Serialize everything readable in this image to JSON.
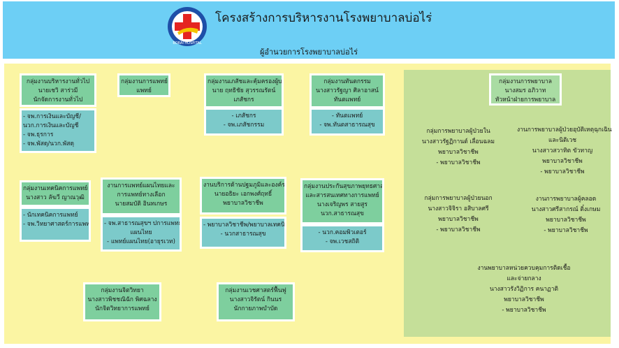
{
  "header": {
    "title": "โครงสร้างการบริหารงานโรงพยาบาลบ่อไร่",
    "subtitle": "ผู้อำนวยการโรงพยาบาลบ่อไร่",
    "logo_text": "BORAI HOSPITAL"
  },
  "colors": {
    "header_bg": "#6dcff5",
    "canvas_bg": "#fbf5a3",
    "box_green": "#7ecf9e",
    "box_teal": "#7ccaca",
    "panel_bg": "#c5df99"
  },
  "boxes": {
    "general": {
      "lines": [
        "กลุ่มงานบริหารงานทั่วไป",
        "นายเชวิ สาร่วมี",
        "นักจัดการงานทั่วไป"
      ]
    },
    "general_sub": {
      "lines": [
        "- จพ.การเงินและบัญชี/",
        "นวก.การเงินและบัญชี",
        "- จพ.ธุรการ",
        "- จพ.พัสดุ/นวก.พัสดุ"
      ]
    },
    "medical": {
      "lines": [
        "กลุ่มงานการแพทย์",
        "แพทย์"
      ]
    },
    "pharmacy": {
      "lines": [
        "กลุ่มงานเภสัชและคุ้มครองผู้บริโภค",
        "นาย ฤทธิชัย สุวรรณรัตน์",
        "เภสัชกร"
      ]
    },
    "pharmacy_sub": {
      "lines": [
        "- เภสัชกร",
        "- จพ.เภสัชกรรม"
      ]
    },
    "dental": {
      "lines": [
        "กลุ่มงานทันตกรรม",
        "นางสาวรัฐญา ศิลาอาสน์",
        "ทันตแพทย์"
      ]
    },
    "dental_sub": {
      "lines": [
        "- ทันตแพทย์",
        "- จพ.ทันตสาธารณสุข"
      ]
    },
    "medtech": {
      "lines": [
        "กลุ่มงานเทคนิคการแพทย์",
        "นางสาว ลัฆวี ญาณวุฒิ"
      ]
    },
    "medtech_sub": {
      "lines": [
        "- นักเทคนิคการแพทย์",
        "- จพ.วิทยาศาสตร์การแพทย์"
      ]
    },
    "thaimed": {
      "lines": [
        "งานการแพทย์แผนไทยและ",
        "การแพทย์ทางเลือก",
        "นายสมบัติ อินทเกษร"
      ]
    },
    "thaimed_sub": {
      "lines": [
        "- จพ.สาธารณสุขฯ ปการแพทย์",
        "แผนไทย",
        "- แพทย์แผนไทย(อายุรเวท)"
      ]
    },
    "primary": {
      "lines": [
        "งานบริการด้านปฐมภูมิและองค์รวม",
        "นายอธิยะ เอกพงศ์ฤทธิ์",
        "พยาบาลวิชาชีพ"
      ]
    },
    "primary_sub": {
      "lines": [
        "- พยาบาลวิชาชีพ/พยาบาลเทคนิค",
        "- นวกสาธารณสุข"
      ]
    },
    "insurance": {
      "lines": [
        "กลุ่มงานประกันสุขภาพยุทธศาสตร์",
        "และสารสนเทศทางการแพทย์",
        "นางเจริญพร สายสูร",
        "นวก.สาธารณสุข"
      ]
    },
    "insurance_sub": {
      "lines": [
        "- นวก.คอมพิวเตอร์",
        "- จพ.เวชสถิติ"
      ]
    },
    "psych": {
      "lines": [
        "กลุ่มงานจิตวิทยา",
        "นางสาวพิชชณิฉัก พิศฉลาง",
        "นักจิตวิทยาการแพทย์"
      ]
    },
    "rehab": {
      "lines": [
        "กลุ่มงานเวชศาสตร์ฟื้นฟู",
        "นางสาวจิรัตน์ กินนร",
        "นักกายภาพบำบัด"
      ]
    }
  },
  "nursing": {
    "head": {
      "lines": [
        "กลุ่มงานการพยาบาล",
        "นางสมร อภิวาท",
        "หัวหน้าฝ่ายการพยาบาล"
      ]
    },
    "items": [
      {
        "lines": [
          "กลุ่มการพยาบาลผู้ป่วยใน",
          "นางสาวรัฐฏิกานต์ เลื่อนฉลม",
          "พยาบาลวิชาชีพ",
          "- พยาบาลวิชาชีพ"
        ]
      },
      {
        "lines": [
          "งานการพยาบาลผู้ป่วยอุบัติเหตุฉุกเฉิน",
          "และนิติเวช",
          "นางสาวสวาทิต ขัวทาญ",
          "พยาบาลวิชาชีพ",
          "- พยาบาลวิชาชีพ"
        ]
      },
      {
        "lines": [
          "กลุ่มการพยาบาลผู้ป่วยนอก",
          "นางสาวจิจิรา อสิบาลศรี",
          "พยาบาลวิชาชีพ",
          "- พยาบาลวิชาชีพ"
        ]
      },
      {
        "lines": [
          "งานการพยาบาลผู้คลอด",
          "นางสาวศรีสากรณ์ ติ๋งเกษม",
          "พยาบาลวิชาชีพ",
          "- พยาบาลวิชาชีพ"
        ]
      },
      {
        "lines": [
          "งานพยาบาลหน่วยควบคุมการติดเชื้อ",
          "และจ่ายกลาง",
          "นางสาวรังวิฏิการ คนาฏาติ",
          "พยาบาลวิชาชีพ",
          "- พยาบาลวิชาชีพ"
        ]
      }
    ]
  }
}
